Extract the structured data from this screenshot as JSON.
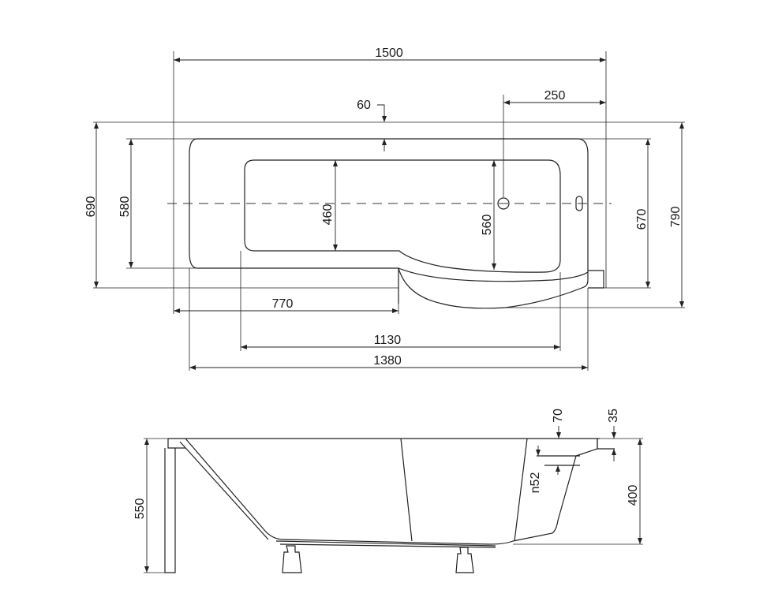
{
  "top_view": {
    "overall_length": "1500",
    "rim_offset": "60",
    "drain_offset": "250",
    "overall_width": "690",
    "inner_rim_width": "580",
    "inner_basin_width": "460",
    "shower_basin_width": "560",
    "shower_rim_width": "670",
    "shower_overall_width": "790",
    "straight_section_length": "770",
    "inner_basin_length": "1130",
    "rim_length": "1380"
  },
  "side_view": {
    "rim_thickness": "70",
    "apron_gap": "35",
    "overflow_height": "n52",
    "overall_height": "550",
    "basin_depth": "400"
  }
}
